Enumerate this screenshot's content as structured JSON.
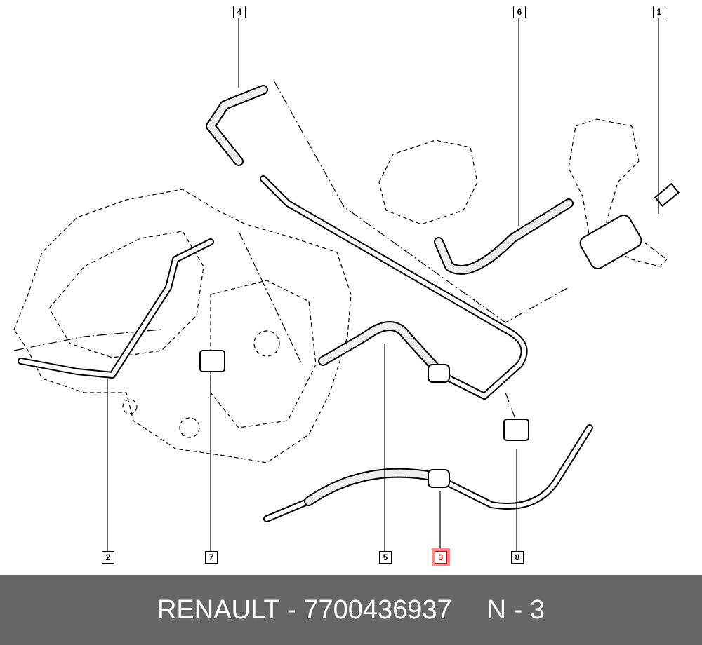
{
  "callouts": [
    {
      "id": "4",
      "label": "4"
    },
    {
      "id": "6",
      "label": "6"
    },
    {
      "id": "1",
      "label": "1"
    },
    {
      "id": "2",
      "label": "2"
    },
    {
      "id": "7",
      "label": "7"
    },
    {
      "id": "5",
      "label": "5"
    },
    {
      "id": "3",
      "label": "3",
      "highlighted": true
    },
    {
      "id": "8",
      "label": "8"
    }
  ],
  "footer": {
    "brand": "RENAULT",
    "separator": " - ",
    "part_number": "7700436937",
    "position_label": "N - 3"
  },
  "colors": {
    "highlight": "#ff8080",
    "footer_bg": "#666666"
  }
}
